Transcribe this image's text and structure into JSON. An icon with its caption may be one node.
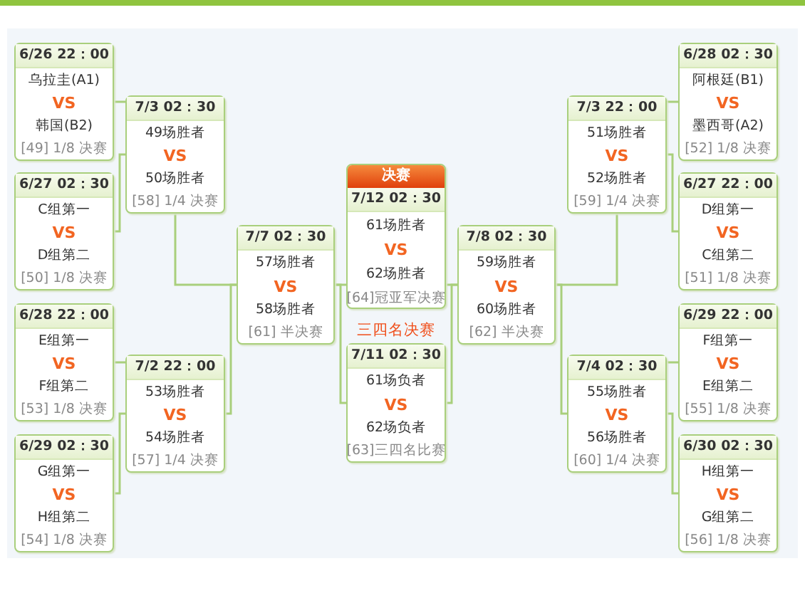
{
  "diagram": {
    "nodes": [
      {
        "text": [
          "6/26 22：00",
          "乌拉圭(A1)",
          "VS",
          "韩国(B2)",
          "[49] 1/8 决赛"
        ]
      },
      {
        "text": [
          "6/27 02：30",
          "C组第一",
          "VS",
          "D组第二",
          "[50] 1/8 决赛"
        ]
      },
      {
        "text": [
          "6/28 22：00",
          "E组第一",
          "VS",
          "F组第二",
          "[53] 1/8 决赛"
        ]
      },
      {
        "text": [
          "6/29 02：30",
          "G组第一",
          "VS",
          "H组第二",
          "[54] 1/8 决赛"
        ]
      },
      {
        "text": [
          "7/3 02：30",
          "49场胜者",
          "VS",
          "50场胜者",
          "[58] 1/4 决赛"
        ]
      },
      {
        "text": [
          "7/2 22：00",
          "53场胜者",
          "VS",
          "54场胜者",
          "[57] 1/4 决赛"
        ]
      },
      {
        "text": [
          "7/7 02：30",
          "57场胜者",
          "VS",
          "58场胜者",
          "[61] 半决赛"
        ]
      },
      {
        "text": [
          "决赛",
          "7/12 02：30",
          "61场胜者",
          "VS",
          "62场胜者",
          "[64]冠亚军决赛"
        ]
      },
      {
        "text": [
          "三四名决赛",
          "7/11 02：30",
          "61场负者",
          "VS",
          "62场负者",
          "[63]三四名比赛"
        ]
      },
      {
        "text": [
          "7/8 02：30",
          "59场胜者",
          "VS",
          "60场胜者",
          "[62] 半决赛"
        ]
      },
      {
        "text": [
          "7/3 22：00",
          "51场胜者",
          "VS",
          "52场胜者",
          "[59] 1/4 决赛"
        ]
      },
      {
        "text": [
          "7/4 02：30",
          "55场胜者",
          "VS",
          "56场胜者",
          "[60] 1/4 决赛"
        ]
      },
      {
        "text": [
          "6/28 02：30",
          "阿根廷(B1)",
          "VS",
          "墨西哥(A2)",
          "[52] 1/8 决赛"
        ]
      },
      {
        "text": [
          "6/27 22：00",
          "D组第一",
          "VS",
          "C组第二",
          "[51] 1/8 决赛"
        ]
      },
      {
        "text": [
          "6/29 22：00",
          "F组第一",
          "VS",
          "E组第二",
          "[55] 1/8 决赛"
        ]
      },
      {
        "text": [
          "6/30 02：30",
          "H组第一",
          "VS",
          "G组第二",
          "[56] 1/8 决赛"
        ]
      }
    ],
    "edges": [
      {
        "from": 0,
        "to": 4,
        "arrow": "none"
      },
      {
        "from": 1,
        "to": 4,
        "arrow": "none"
      },
      {
        "from": 2,
        "to": 5,
        "arrow": "none"
      },
      {
        "from": 3,
        "to": 5,
        "arrow": "none"
      },
      {
        "from": 4,
        "to": 6,
        "arrow": "none"
      },
      {
        "from": 5,
        "to": 6,
        "arrow": "none"
      },
      {
        "from": 6,
        "to": 7,
        "arrow": "none"
      },
      {
        "from": 9,
        "to": 7,
        "arrow": "none"
      },
      {
        "from": 6,
        "to": 8,
        "arrow": "none"
      },
      {
        "from": 9,
        "to": 8,
        "arrow": "none"
      },
      {
        "from": 10,
        "to": 9,
        "arrow": "none"
      },
      {
        "from": 11,
        "to": 9,
        "arrow": "none"
      },
      {
        "from": 12,
        "to": 10,
        "arrow": "none"
      },
      {
        "from": 13,
        "to": 10,
        "arrow": "none"
      },
      {
        "from": 14,
        "to": 11,
        "arrow": "none"
      },
      {
        "from": 15,
        "to": 11,
        "arrow": "none"
      }
    ]
  }
}
